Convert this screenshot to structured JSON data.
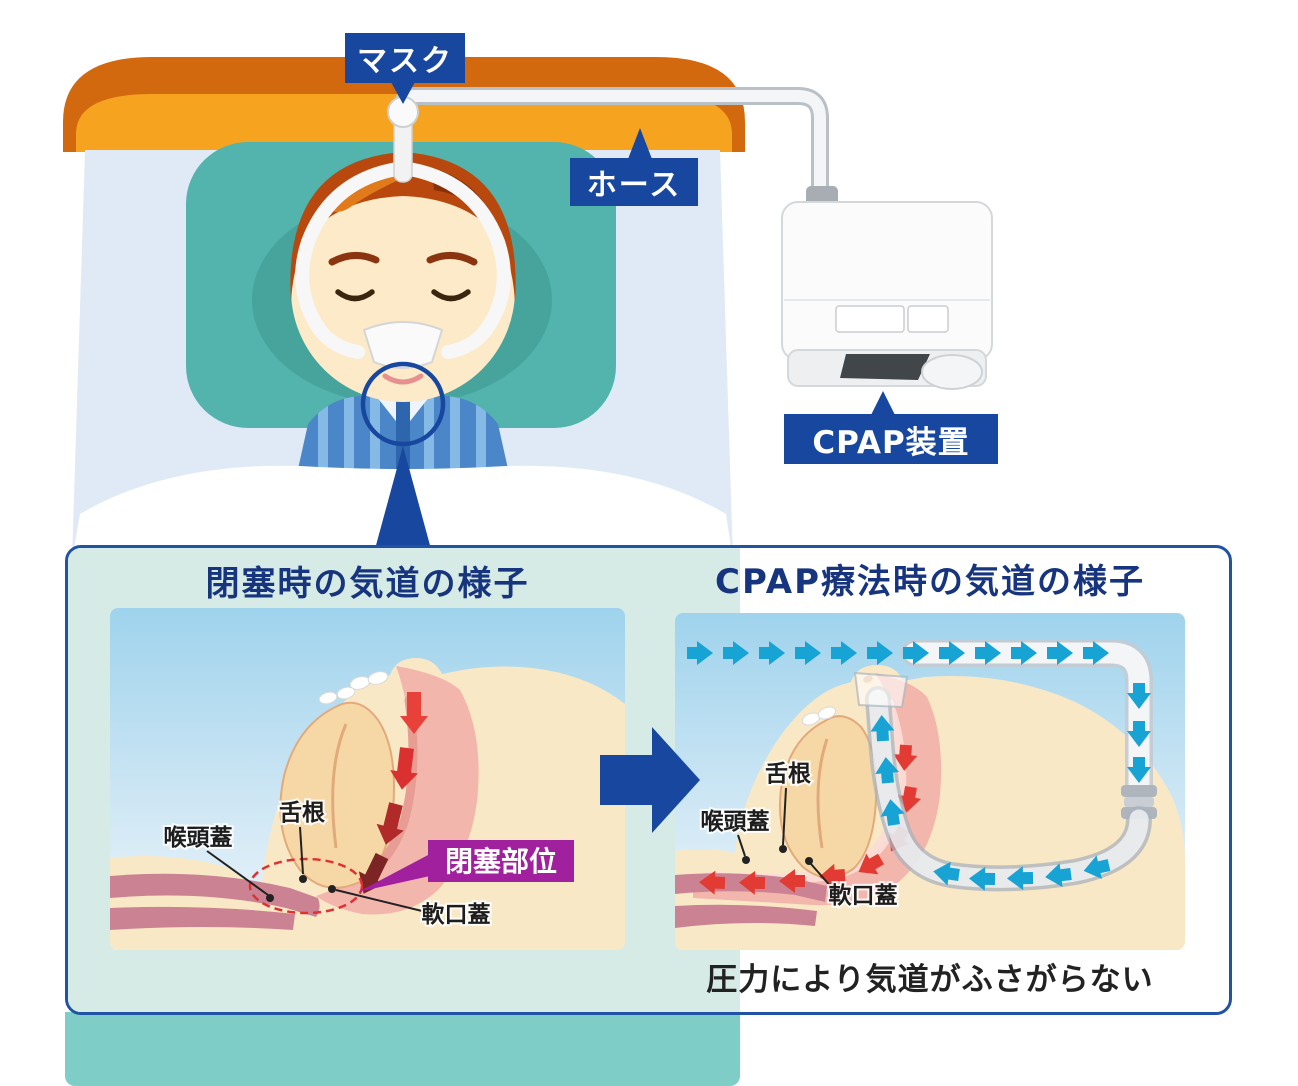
{
  "scene": {
    "mask_label": "マスク",
    "hose_label": "ホース",
    "cpap_label": "CPAP装置"
  },
  "panel": {
    "left": {
      "title": "閉塞時の気道の様子",
      "tongue_root": "舌根",
      "epiglottis": "喉頭蓋",
      "soft_palate": "軟口蓋",
      "obstruction": "閉塞部位"
    },
    "right": {
      "title": "CPAP療法時の気道の様子",
      "tongue_root": "舌根",
      "epiglottis": "喉頭蓋",
      "soft_palate": "軟口蓋",
      "caption": "圧力により気道がふさがらない"
    }
  },
  "colors": {
    "callout_bg": "#17479e",
    "panel_border": "#2053a4",
    "headboard_dark": "#d2690f",
    "headboard_light": "#f6a41f",
    "pillow_teal": "#52b4ac",
    "bed_blue": "#dfeaf6",
    "foot_blanket_teal": "#7ecdc7",
    "obstruction_bg": "#a0209e",
    "air_cyan": "#17a3d4",
    "air_red": "#e23b33"
  }
}
